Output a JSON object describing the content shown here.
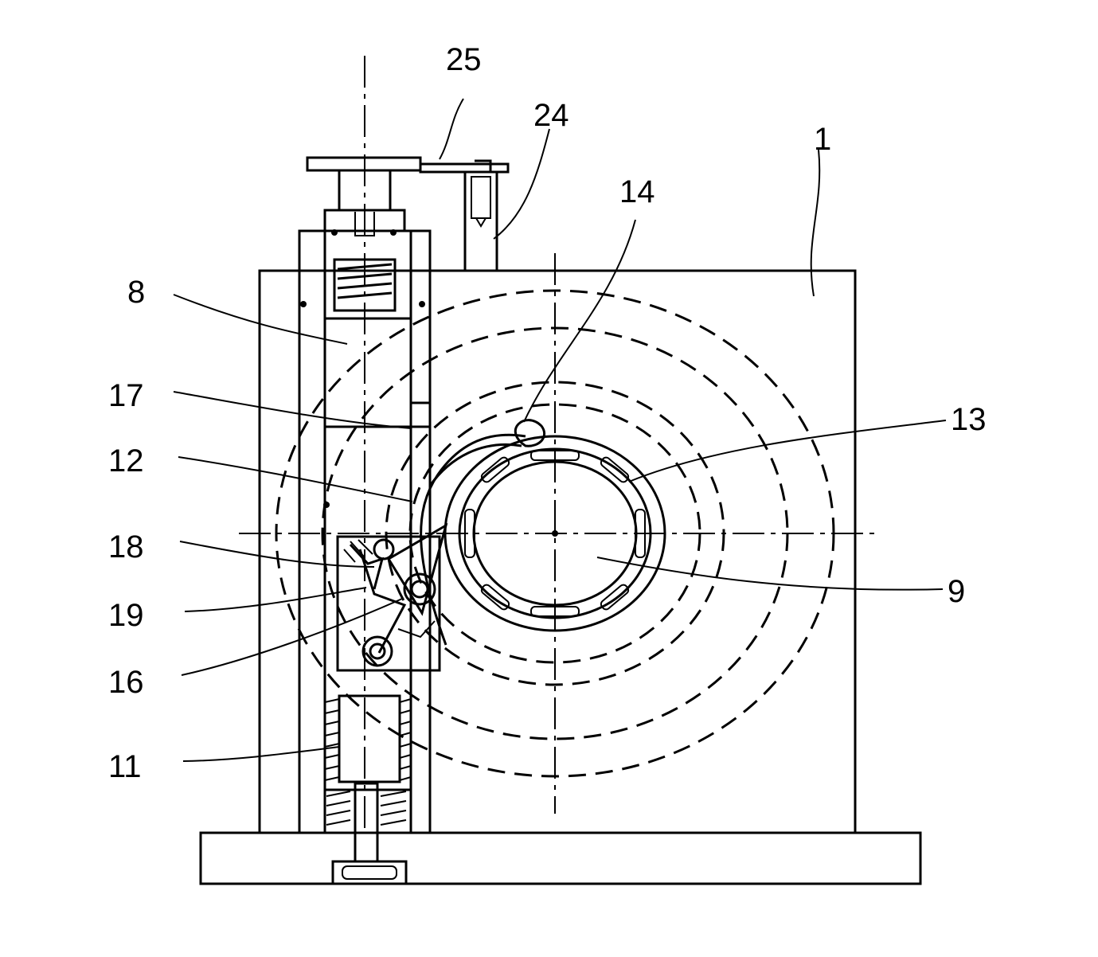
{
  "labels": {
    "l25": "25",
    "l24": "24",
    "l1": "1",
    "l14": "14",
    "l8": "8",
    "l17": "17",
    "l13": "13",
    "l12": "12",
    "l18": "18",
    "l9": "9",
    "l19": "19",
    "l16": "16",
    "l11": "11"
  }
}
